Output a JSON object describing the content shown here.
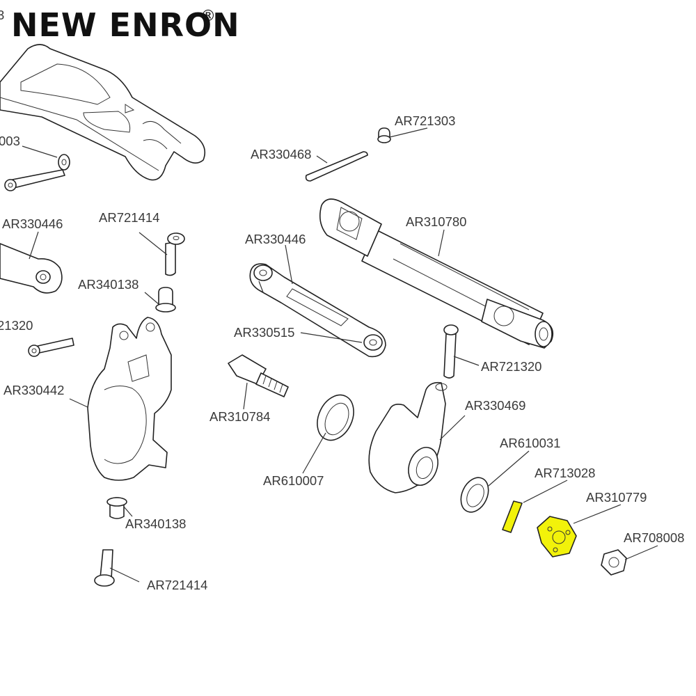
{
  "brand": {
    "name": "NEW ENRON",
    "mark": "®",
    "fragment": "3"
  },
  "colors": {
    "highlight": "#f2f20a",
    "line": "#222222",
    "label": "#3a3a3a"
  },
  "labels": {
    "AR721303": "AR721303",
    "AR330468": "AR330468",
    "frag_003": "003",
    "AR330446_left": "AR330446",
    "AR721414_top": "AR721414",
    "AR330446_mid": "AR330446",
    "AR310780": "AR310780",
    "AR340138_top": "AR340138",
    "frag_21320": "21320",
    "AR330515": "AR330515",
    "AR721320": "AR721320",
    "AR330442": "AR330442",
    "AR330469": "AR330469",
    "AR310784": "AR310784",
    "AR610031": "AR610031",
    "AR713028": "AR713028",
    "AR610007": "AR610007",
    "AR310779": "AR310779",
    "AR708008": "AR708008",
    "AR340138_bottom": "AR340138",
    "AR721414_bottom": "AR721414"
  }
}
